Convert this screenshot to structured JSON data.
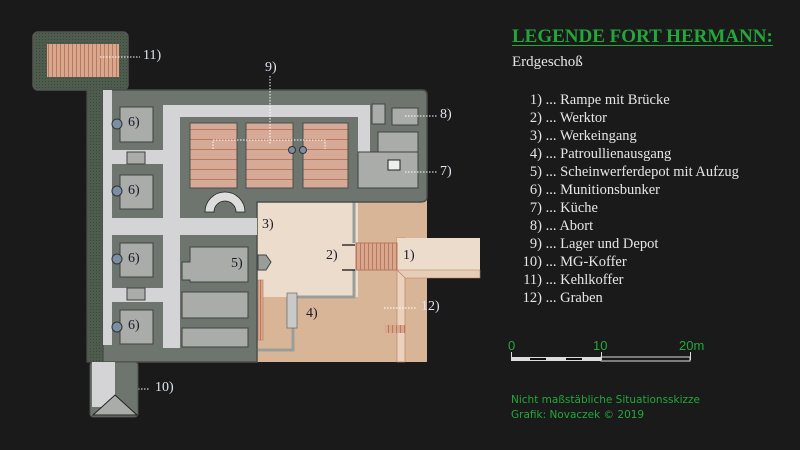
{
  "legend": {
    "title": "LEGENDE FORT HERMANN:",
    "subtitle": "Erdgeschoß",
    "items": [
      {
        "num": "1)",
        "text": "... Rampe mit Brücke"
      },
      {
        "num": "2)",
        "text": "... Werktor"
      },
      {
        "num": "3)",
        "text": "... Werkeingang"
      },
      {
        "num": "4)",
        "text": "... Patroullienausgang"
      },
      {
        "num": "5)",
        "text": "... Scheinwerferdepot mit Aufzug"
      },
      {
        "num": "6)",
        "text": "... Munitionsbunker"
      },
      {
        "num": "7)",
        "text": "... Küche"
      },
      {
        "num": "8)",
        "text": "... Abort"
      },
      {
        "num": "9)",
        "text": "... Lager und Depot"
      },
      {
        "num": "10)",
        "text": "... MG-Koffer"
      },
      {
        "num": "11)",
        "text": "... Kehlkoffer"
      },
      {
        "num": "12)",
        "text": "... Graben"
      }
    ]
  },
  "scale": {
    "ticks": [
      "0",
      "10",
      "20m"
    ]
  },
  "credits": {
    "line1": "Nicht maßstäbliche Situationsskizze",
    "line2": "Grafik: Novaczek © 2019"
  },
  "plan_labels": {
    "l1": "1)",
    "l2": "2)",
    "l3": "3)",
    "l4": "4)",
    "l5": "5)",
    "l6": "6)",
    "l7": "7)",
    "l8": "8)",
    "l9": "9)",
    "l10": "10)",
    "l11": "11)",
    "l12": "12)"
  },
  "colors": {
    "accent": "#22a83a",
    "wall": "#6e756f",
    "corridor": "#d4d4d6",
    "room": "#a9aca8",
    "storage": "#d6aa96",
    "courtyard": "#ecdccb",
    "moat": "#d8b597",
    "earth": "#4a5a4a"
  }
}
